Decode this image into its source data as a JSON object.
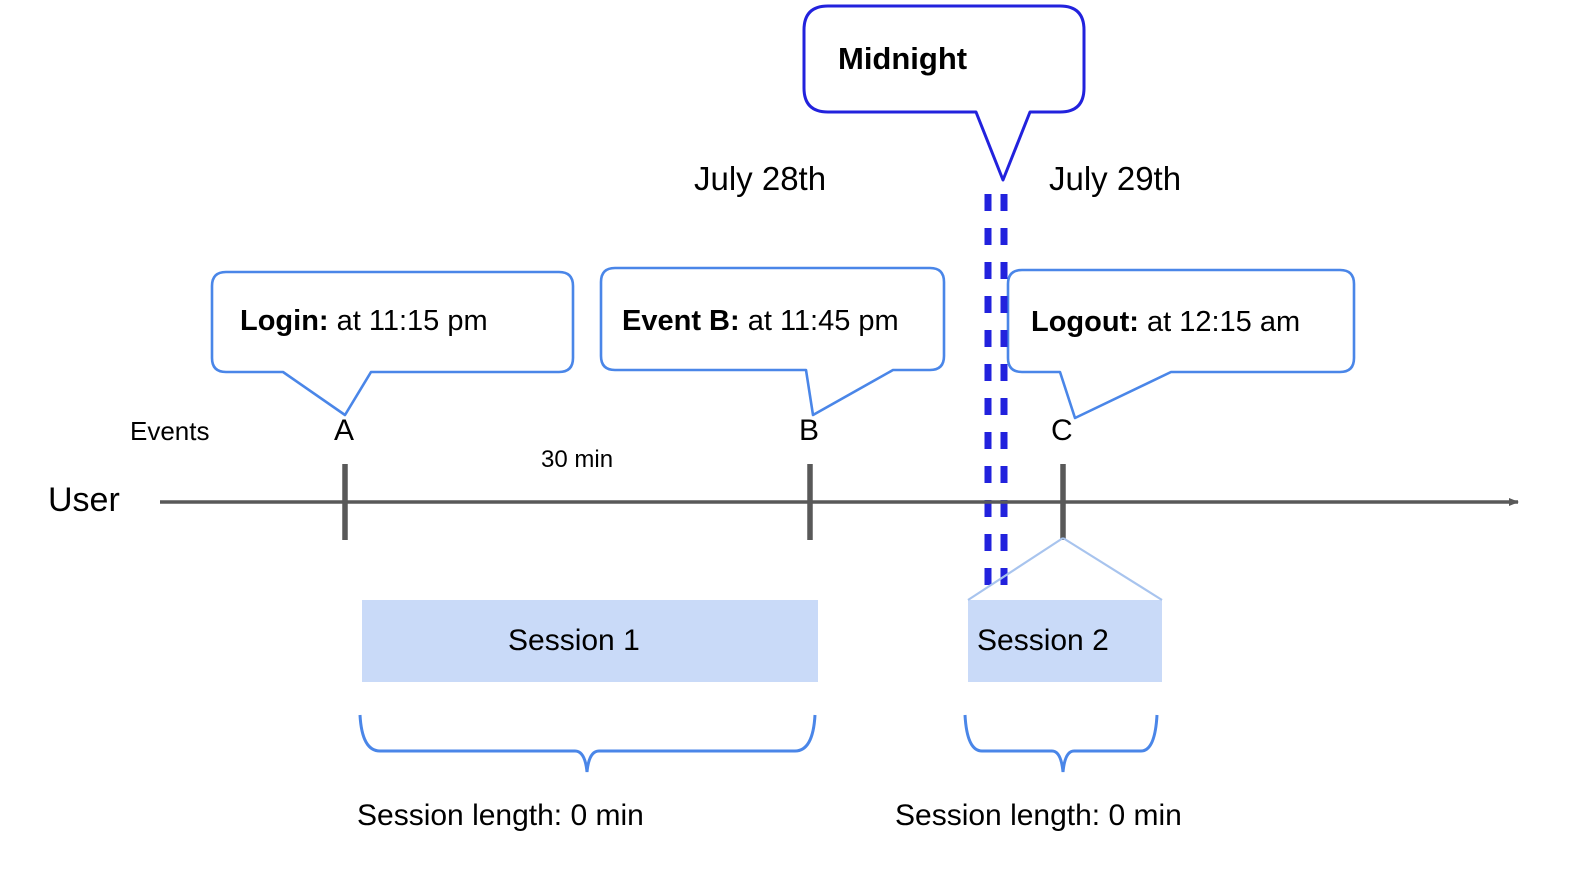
{
  "diagram": {
    "title_callout": {
      "label": "Midnight"
    },
    "dates": [
      {
        "name": "date-july-28",
        "label": "July 28th"
      },
      {
        "name": "date-july-29",
        "label": "July 29th"
      }
    ],
    "event_callouts": [
      {
        "name": "callout-login",
        "bold": "Login:",
        "rest": " at 11:15 pm"
      },
      {
        "name": "callout-event-b",
        "bold": "Event B:",
        "rest": " at 11:45 pm"
      },
      {
        "name": "callout-logout",
        "bold": "Logout:",
        "rest": " at 12:15 am"
      }
    ],
    "row_labels": [
      {
        "name": "events-row-label",
        "label": "Events"
      },
      {
        "name": "user-row-label",
        "label": "User"
      }
    ],
    "event_ticks": [
      {
        "name": "event-tick-a",
        "label": "A"
      },
      {
        "name": "event-tick-b",
        "label": "B"
      },
      {
        "name": "event-tick-c",
        "label": "C"
      }
    ],
    "gap_label": "30 min",
    "sessions": [
      {
        "name": "session-1-box",
        "label": "Session 1"
      },
      {
        "name": "session-2-box",
        "label": "Session 2"
      }
    ],
    "session_lengths": [
      {
        "name": "session-1-length",
        "label": "Session length: 0 min"
      },
      {
        "name": "session-2-length",
        "label": "Session length: 0 min"
      }
    ],
    "colors": {
      "midnight_blue": "#2222dd",
      "callout_blue": "#4a86e8",
      "session_fill": "#c9daf8",
      "axis_gray": "#595959",
      "text_black": "#000000"
    }
  }
}
